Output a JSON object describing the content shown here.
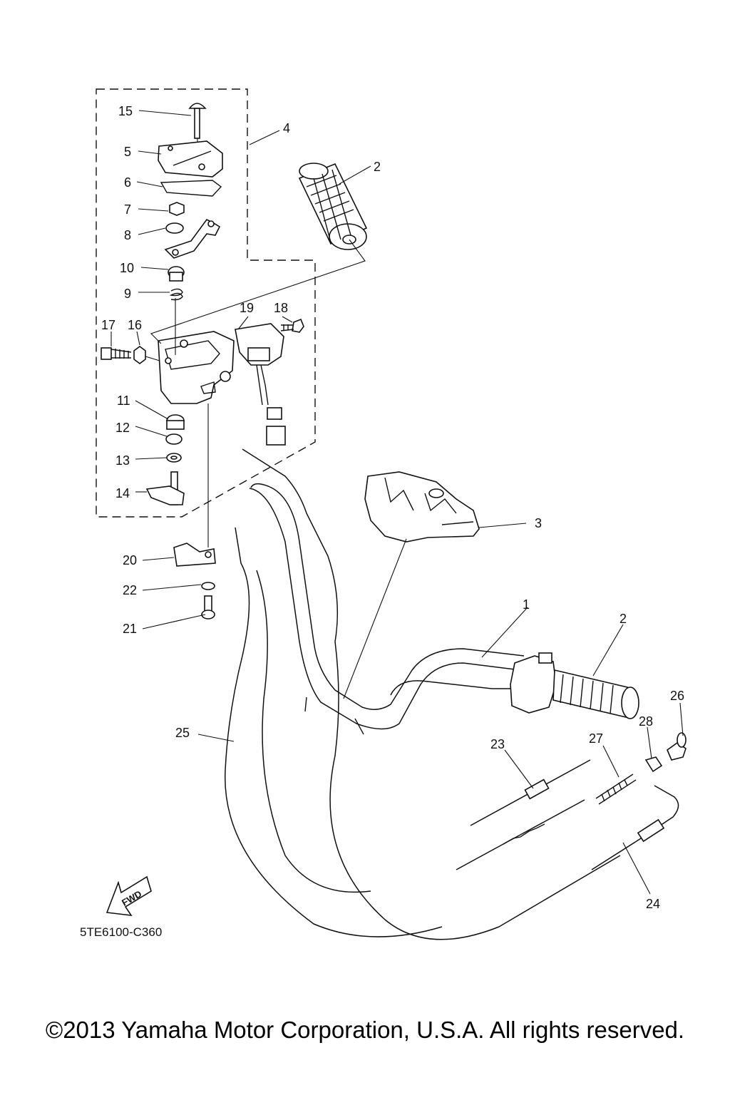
{
  "diagram": {
    "code": "5TE6100-C360",
    "fwd_label": "FWD",
    "copyright": "©2013 Yamaha Motor Corporation, U.S.A. All rights reserved.",
    "callouts": [
      "1",
      "2",
      "2",
      "3",
      "4",
      "5",
      "6",
      "7",
      "8",
      "9",
      "10",
      "11",
      "12",
      "13",
      "14",
      "15",
      "16",
      "17",
      "18",
      "19",
      "20",
      "21",
      "22",
      "23",
      "24",
      "25",
      "26",
      "27",
      "28"
    ]
  }
}
